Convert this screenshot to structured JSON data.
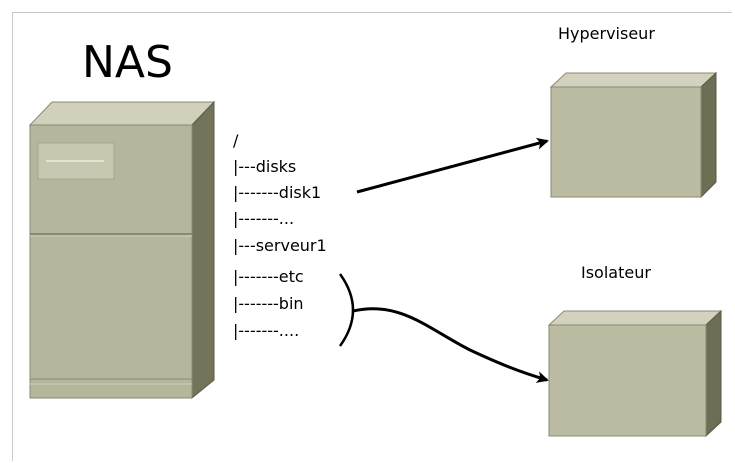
{
  "nas": {
    "title": "NAS"
  },
  "file_tree": {
    "lines": [
      "/",
      "|---disks",
      "|-------disk1",
      "|-------...",
      "|---serveur1",
      "|-------etc",
      "|-------bin",
      "|-------...."
    ]
  },
  "targets": {
    "hypervisor": {
      "label": "Hyperviseur"
    },
    "isolator": {
      "label": "Isolateur"
    }
  },
  "colors": {
    "box_front": "#bcbca2",
    "box_top": "#d2d2be",
    "box_side": "#6e6e55",
    "server_front": "#b6b69c",
    "server_top": "#d0d0bb",
    "server_side": "#74745a",
    "arrow": "#000000"
  }
}
